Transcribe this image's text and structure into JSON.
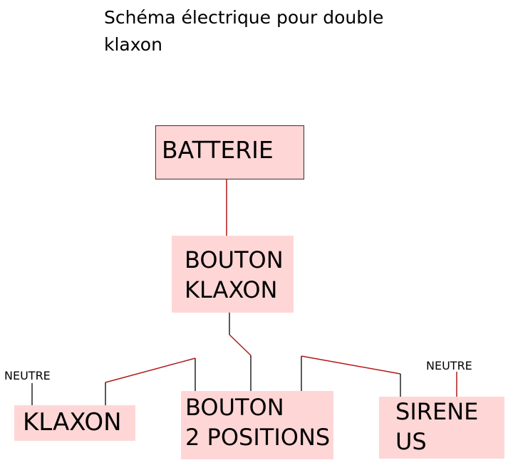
{
  "title": "Schéma électrique pour double klaxon",
  "boxes": {
    "batterie": "BATTERIE",
    "bouton_klaxon": [
      "BOUTON",
      "KLAXON"
    ],
    "klaxon": "KLAXON",
    "bouton_2_positions": [
      "BOUTON",
      "2 POSITIONS"
    ],
    "sirene_us": [
      "SIRENE",
      "US"
    ]
  },
  "labels": {
    "neutre_left": "NEUTRE",
    "neutre_right": "NEUTRE"
  },
  "colors": {
    "box_fill": "#ffd6d6",
    "wire_red": "#b01818",
    "wire_black": "#000000"
  }
}
